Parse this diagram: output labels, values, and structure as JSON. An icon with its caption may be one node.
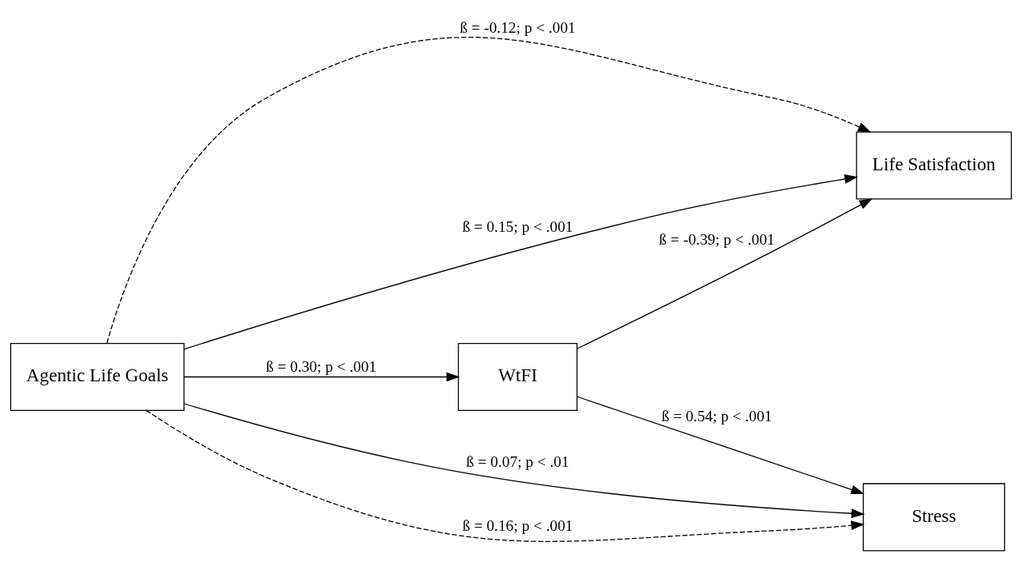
{
  "diagram": {
    "nodes": [
      {
        "text": [
          "Agentic Life Goals"
        ]
      },
      {
        "text": [
          "WtFI"
        ]
      },
      {
        "text": [
          "Life Satisfaction"
        ]
      },
      {
        "text": [
          "Stress"
        ]
      }
    ],
    "edges": [
      {
        "from": 0,
        "to": 2,
        "arrow": "to",
        "style": "dashed",
        "label": "ß = -0.12; p < .001"
      },
      {
        "from": 0,
        "to": 2,
        "arrow": "to",
        "label": "ß = 0.15; p < .001"
      },
      {
        "from": 0,
        "to": 1,
        "arrow": "to",
        "label": "ß = 0.30; p < .001"
      },
      {
        "from": 1,
        "to": 2,
        "arrow": "to",
        "label": "ß = -0.39; p < .001"
      },
      {
        "from": 1,
        "to": 3,
        "arrow": "to",
        "label": "ß = 0.54; p < .001"
      },
      {
        "from": 0,
        "to": 3,
        "arrow": "to",
        "label": "ß = 0.07; p < .01"
      },
      {
        "from": 0,
        "to": 3,
        "arrow": "to",
        "style": "dashed",
        "label": "ß = 0.16; p < .001"
      }
    ]
  }
}
